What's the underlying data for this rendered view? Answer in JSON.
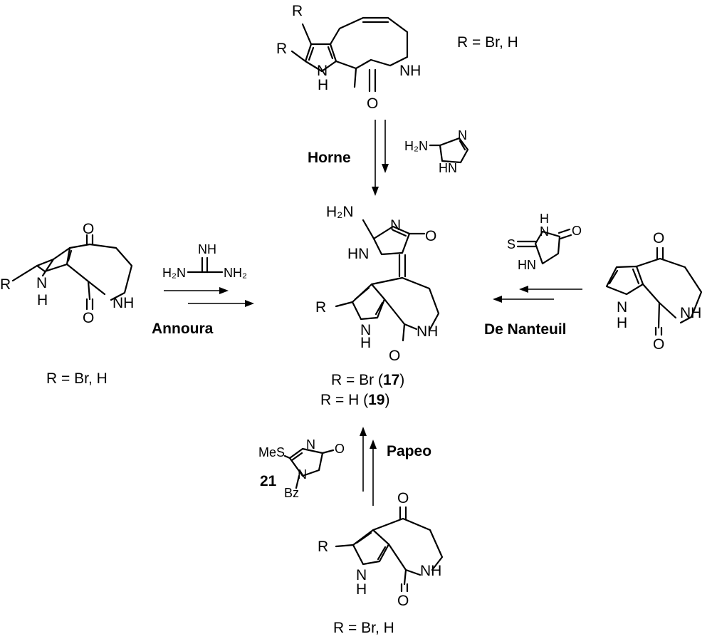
{
  "routes": {
    "horne": "Horne",
    "annoura": "Annoura",
    "de_nanteuil": "De Nanteuil",
    "papeo": "Papeo"
  },
  "labels": {
    "top_r": "R = Br, H",
    "left_r": "R = Br, H",
    "bottom_r": "R = Br, H",
    "product_r_br": "R = Br (",
    "product_id_17": "17",
    "product_r_h": "R  = H  (",
    "product_id_19": "19",
    "close_paren": ")",
    "reagent_21_id": "21"
  },
  "atoms": {
    "R": "R",
    "O": "O",
    "N": "N",
    "H": "H",
    "NH": "NH",
    "HN": "HN",
    "H2N": "H₂N",
    "NH2": "NH₂",
    "S": "S",
    "MeS": "MeS",
    "Bz": "Bz"
  }
}
